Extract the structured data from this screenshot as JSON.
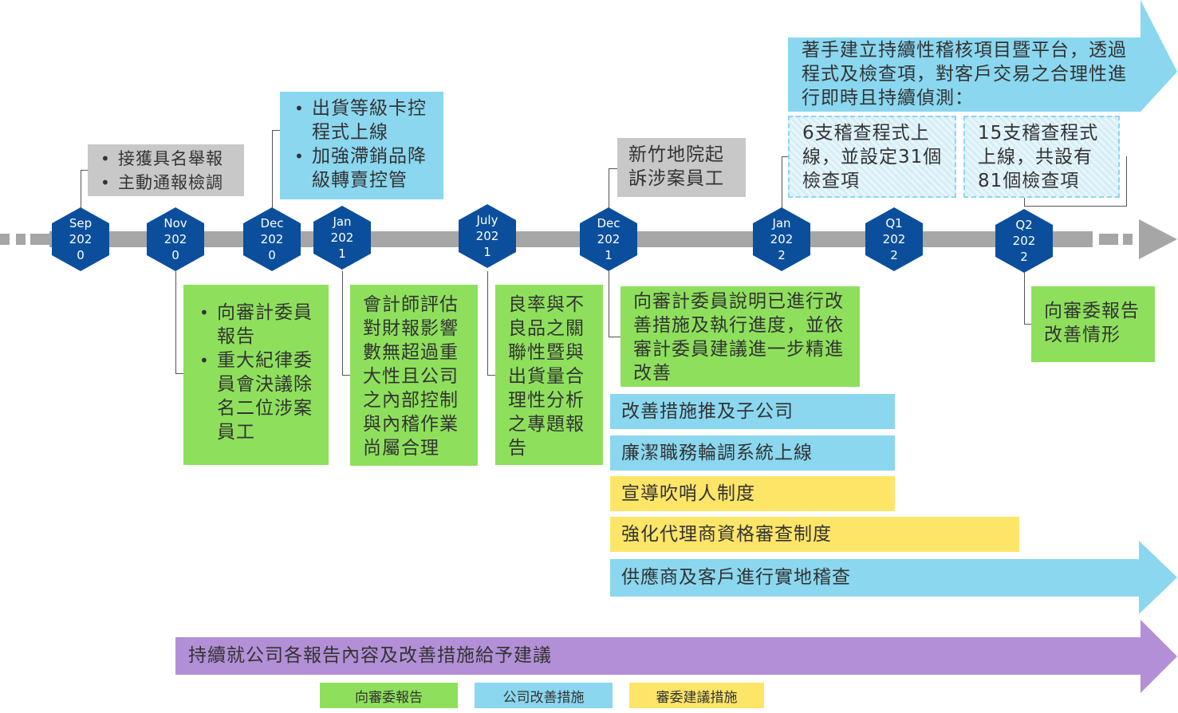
{
  "milestones": [
    {
      "l1": "Sep",
      "l2": "202",
      "l3": "0"
    },
    {
      "l1": "Nov",
      "l2": "202",
      "l3": "0"
    },
    {
      "l1": "Dec",
      "l2": "202",
      "l3": "0"
    },
    {
      "l1": "Jan",
      "l2": "202",
      "l3": "1"
    },
    {
      "l1": "July",
      "l2": "202",
      "l3": "1"
    },
    {
      "l1": "Dec",
      "l2": "202",
      "l3": "1"
    },
    {
      "l1": "Jan",
      "l2": "202",
      "l3": "2"
    },
    {
      "l1": "Q1",
      "l2": "202",
      "l3": "2"
    },
    {
      "l1": "Q2",
      "l2": "202",
      "l3": "2"
    }
  ],
  "top_boxes": {
    "sep2020": [
      "接獲具名舉報",
      "主動通報檢調"
    ],
    "dec2020": [
      "出貨等級卡控程式上線",
      "加強滯銷品降級轉賣控管"
    ],
    "dec2021": "新竹地院起訴涉案員工",
    "arrow_top": "著手建立持續性稽核項目暨平台，透過程式及檢查項，對客戶交易之合理性進行即時且持續偵測：",
    "jan2022_dashed": "6支稽查程式上線，並設定31個檢查項",
    "q2_dashed": "15支稽查程式上線，共設有81個檢查項"
  },
  "bottom_boxes": {
    "nov2020": [
      "向審計委員報告",
      "重大紀律委員會決議除名二位涉案員工"
    ],
    "jan2021": "會計師評估對財報影響數無超過重大性且公司之內部控制與內稽作業尚屬合理",
    "july2021": "良率與不良品之關聯性暨與出貨量合理性分析之專題報告",
    "dec2021_green": "向審計委員說明已進行改善措施及執行進度，並依審計委員建議進一步精進改善",
    "q2_green": "向審委報告改善情形"
  },
  "bars": {
    "b1": "改善措施推及子公司",
    "b2": "廉潔職務輪調系統上線",
    "b3": "宣導吹哨人制度",
    "b4": "強化代理商資格審查制度",
    "b5": "供應商及客戶進行實地稽查",
    "purple": "持續就公司各報告內容及改善措施給予建議"
  },
  "legend": {
    "green": "向審委報告",
    "blue": "公司改善措施",
    "yellow": "審委建議措施"
  },
  "colors": {
    "hex": "#0b4f9c",
    "timeline": "#a6a6a6",
    "green": "#8ee05c",
    "blue": "#8ad7ef",
    "yellow": "#fde568",
    "purple": "#b28fd6",
    "gray": "#c8c8c8"
  }
}
